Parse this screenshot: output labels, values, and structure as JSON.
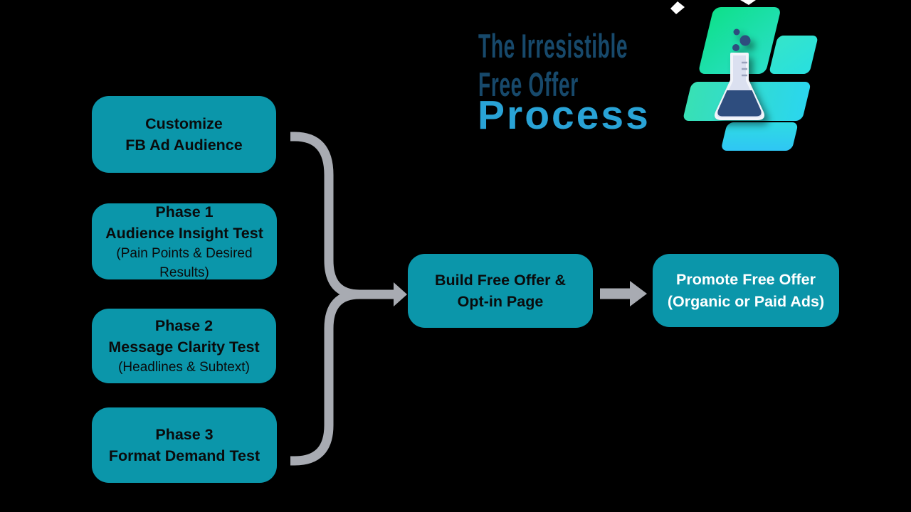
{
  "title": {
    "line1": "The Irresistible",
    "line2": "Free Offer",
    "line3": "Process"
  },
  "nodes": {
    "customize": {
      "line1": "Customize",
      "line2": "FB Ad Audience"
    },
    "phase1": {
      "line1": "Phase 1",
      "line2": "Audience Insight Test",
      "line3": "(Pain Points & Desired Results)"
    },
    "phase2": {
      "line1": "Phase 2",
      "line2": "Message Clarity Test",
      "line3": "(Headlines & Subtext)"
    },
    "phase3": {
      "line1": "Phase 3",
      "line2": "Format Demand Test"
    },
    "build": {
      "line1": "Build Free Offer &",
      "line2": "Opt-in Page"
    },
    "promote": {
      "line1": "Promote Free Offer",
      "line2": "(Organic or Paid Ads)"
    }
  },
  "colors": {
    "background": "#000000",
    "node_fill": "#0B96AA",
    "node_text_dark": "#0A0B0C",
    "node_text_light": "#FFFFFF",
    "title_navy": "#17496B",
    "title_process_blue": "#29A3D6",
    "connector_gray": "#A8ABB2",
    "flask_body": "#DBE0F0",
    "flask_outline": "#F2F4FA",
    "flask_liquid": "#2E4D7E",
    "tile_green": "#0EE08A",
    "tile_teal": "#2BDEC9",
    "tile_cyan": "#2FC6F4"
  },
  "icons": {
    "logo": "beaker-logo",
    "sparkle": "sparkle"
  }
}
